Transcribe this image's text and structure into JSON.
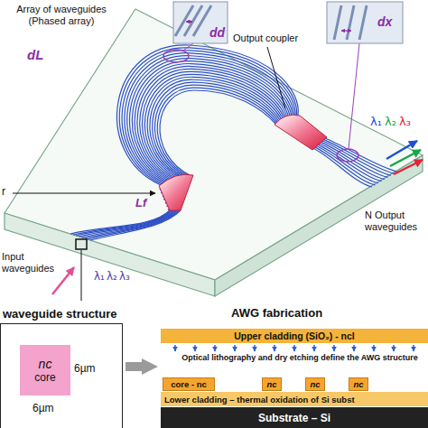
{
  "diagram": {
    "nodes": [
      {
        "text": [
          "waveguide structure"
        ]
      },
      {
        "text": [
          "nc",
          "core"
        ],
        "in": 0
      },
      {
        "text": [
          "AWG fabrication"
        ]
      },
      {
        "text": [
          "Upper cladding (SiO₂) - ncl"
        ],
        "in": 2
      },
      {
        "text": [
          "core - nc"
        ],
        "in": 2
      },
      {
        "text": [
          "nc"
        ],
        "in": 2
      },
      {
        "text": [
          "nc"
        ],
        "in": 2
      },
      {
        "text": [
          "nc"
        ],
        "in": 2
      },
      {
        "text": [
          "Lower cladding – thermal oxidation of Si subst"
        ],
        "in": 2
      },
      {
        "text": [
          "Substrate – Si"
        ],
        "in": 2
      }
    ],
    "edges": [
      {
        "from": 0,
        "to": 2,
        "arrow": "to"
      }
    ],
    "labels": [
      "Array of waveguides (Phased array)",
      "dd",
      "Output coupler",
      "dx",
      "dL",
      "Lf",
      "r",
      "Input waveguides",
      "N Output waveguides",
      "λ₁",
      "λ₂",
      "λ₃",
      "λ₁",
      "λ₂",
      "λ₃",
      "6µm",
      "6µm",
      "Optical lithography and dry etching define the AWG structure"
    ]
  }
}
